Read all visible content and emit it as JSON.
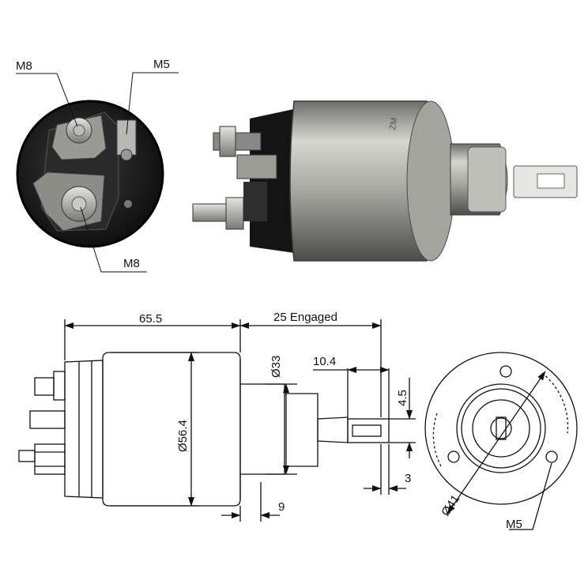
{
  "photo_labels": {
    "terminal_top": "M8",
    "terminal_small": "M5",
    "terminal_bottom": "M8"
  },
  "drawing_labels": {
    "body_length": "65.5",
    "stroke": "25 Engaged",
    "body_diameter": "Ø56.4",
    "nose_diameter": "Ø33",
    "tab_length": "10.4",
    "tab_width": "4.5",
    "tab_thickness": "3",
    "flange_offset": "9",
    "bolt_circle": "Ø41",
    "mount_thread": "M5"
  },
  "colors": {
    "line": "#111111",
    "photo_dark": "#1c1c1c",
    "photo_metal": "#a7a7a2"
  }
}
